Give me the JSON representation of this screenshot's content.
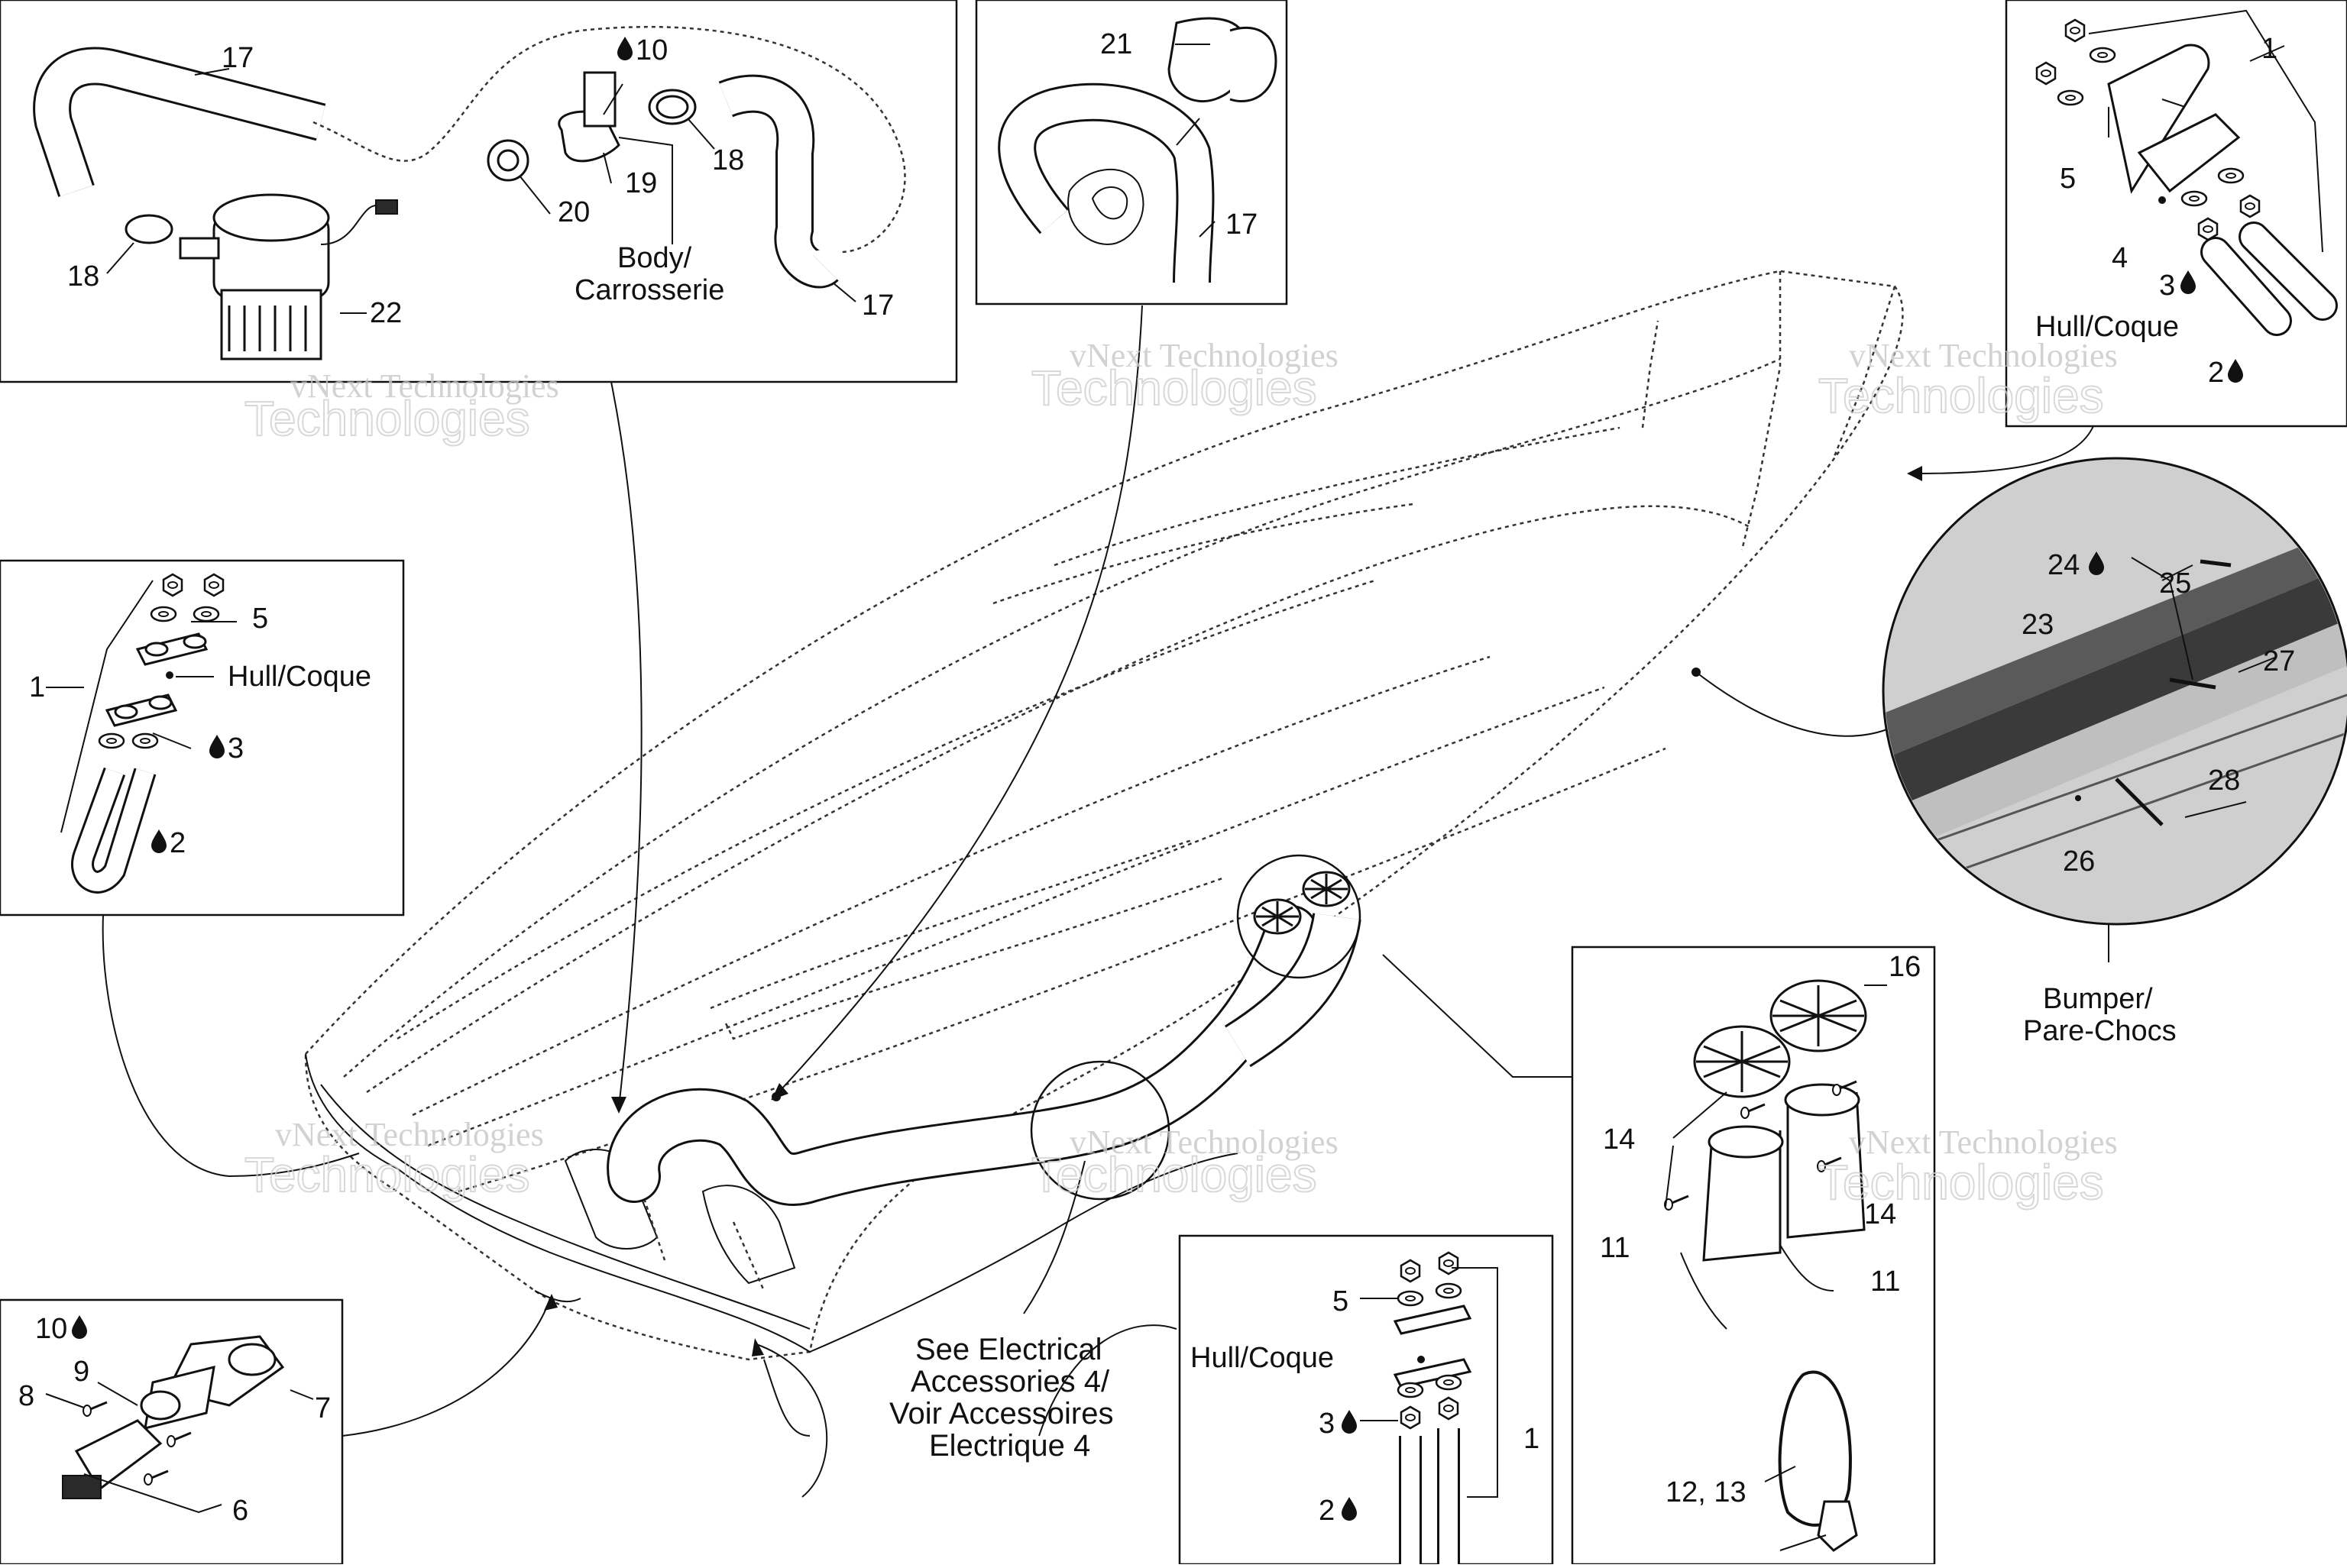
{
  "labels": {
    "n1": "1",
    "n2": "2",
    "n3": "3",
    "n4": "4",
    "n5": "5",
    "n6": "6",
    "n7": "7",
    "n8": "8",
    "n9": "9",
    "n10": "10",
    "n11": "11",
    "n12_13": "12, 13",
    "n14": "14",
    "n16": "16",
    "n17": "17",
    "n18": "18",
    "n19": "19",
    "n20": "20",
    "n21": "21",
    "n22": "22",
    "n23": "23",
    "n24": "24",
    "n25": "25",
    "n26": "26",
    "n27": "27",
    "n28": "28",
    "hull": "Hull/Coque",
    "body_1": "Body/",
    "body_2": "Carrosserie",
    "bumper_1": "Bumper/",
    "bumper_2": "Pare-Chocs",
    "see_elec_1": "See Electrical",
    "see_elec_2": "Accessories 4/",
    "see_elec_3": "Voir Accessoires",
    "see_elec_4": "Electrique 4"
  },
  "watermark": {
    "line1": "vNext Technologies",
    "line2": "Technologies",
    "line3": "vNext"
  },
  "icons": {
    "drop": "fluid-drop-icon"
  }
}
